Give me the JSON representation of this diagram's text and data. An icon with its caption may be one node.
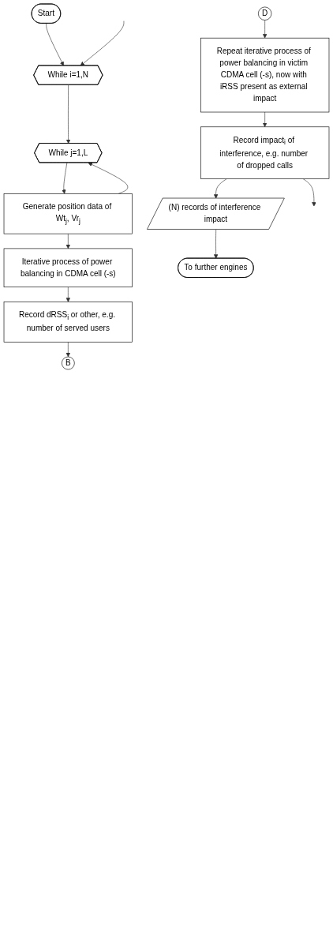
{
  "diagram": {
    "nodes": [
      {
        "text": [
          "Start"
        ]
      },
      {
        "text": [
          "While i=1,N"
        ]
      },
      {
        "text": [
          "While j=1,L"
        ]
      },
      {
        "text": [
          "Generate position data of Wt$_{j}$, Vr$_{j}$"
        ]
      },
      {
        "text": [
          "Iterative process of power balancing in CDMA cell (-s)"
        ]
      },
      {
        "text": [
          "Record dRSS$_{i}$ or other, e.g. number of served users"
        ]
      },
      {
        "text": [
          "B"
        ]
      },
      {
        "text": [
          "D"
        ]
      },
      {
        "text": [
          "Repeat iterative process of power balancing in victim CDMA cell (-s), now with iRSS present as external impact"
        ]
      },
      {
        "text": [
          "Record impact$_{i}$ of interference, e.g. number of dropped calls"
        ]
      },
      {
        "text": [
          "(N) records of interference impact"
        ]
      },
      {
        "text": [
          "To further engines"
        ]
      }
    ],
    "edges": [
      {
        "from": 0,
        "to": 1,
        "arrow": "to"
      },
      {
        "from": 1,
        "to": 2,
        "arrow": "to"
      },
      {
        "from": 2,
        "to": 3,
        "arrow": "to"
      },
      {
        "from": 3,
        "to": 4,
        "arrow": "to"
      },
      {
        "from": 3,
        "to": 2,
        "arrow": "to"
      },
      {
        "from": null,
        "to": 1,
        "arrow": "to"
      },
      {
        "from": 4,
        "to": 5,
        "arrow": "to"
      },
      {
        "from": 5,
        "to": 6,
        "arrow": "to"
      },
      {
        "from": 7,
        "to": 8,
        "arrow": "to"
      },
      {
        "from": 8,
        "to": 9,
        "arrow": "to"
      },
      {
        "from": 9,
        "to": 10,
        "arrow": "to"
      },
      {
        "from": 9,
        "to": null,
        "arrow": "to"
      },
      {
        "from": 10,
        "to": 11,
        "arrow": "to"
      }
    ]
  }
}
